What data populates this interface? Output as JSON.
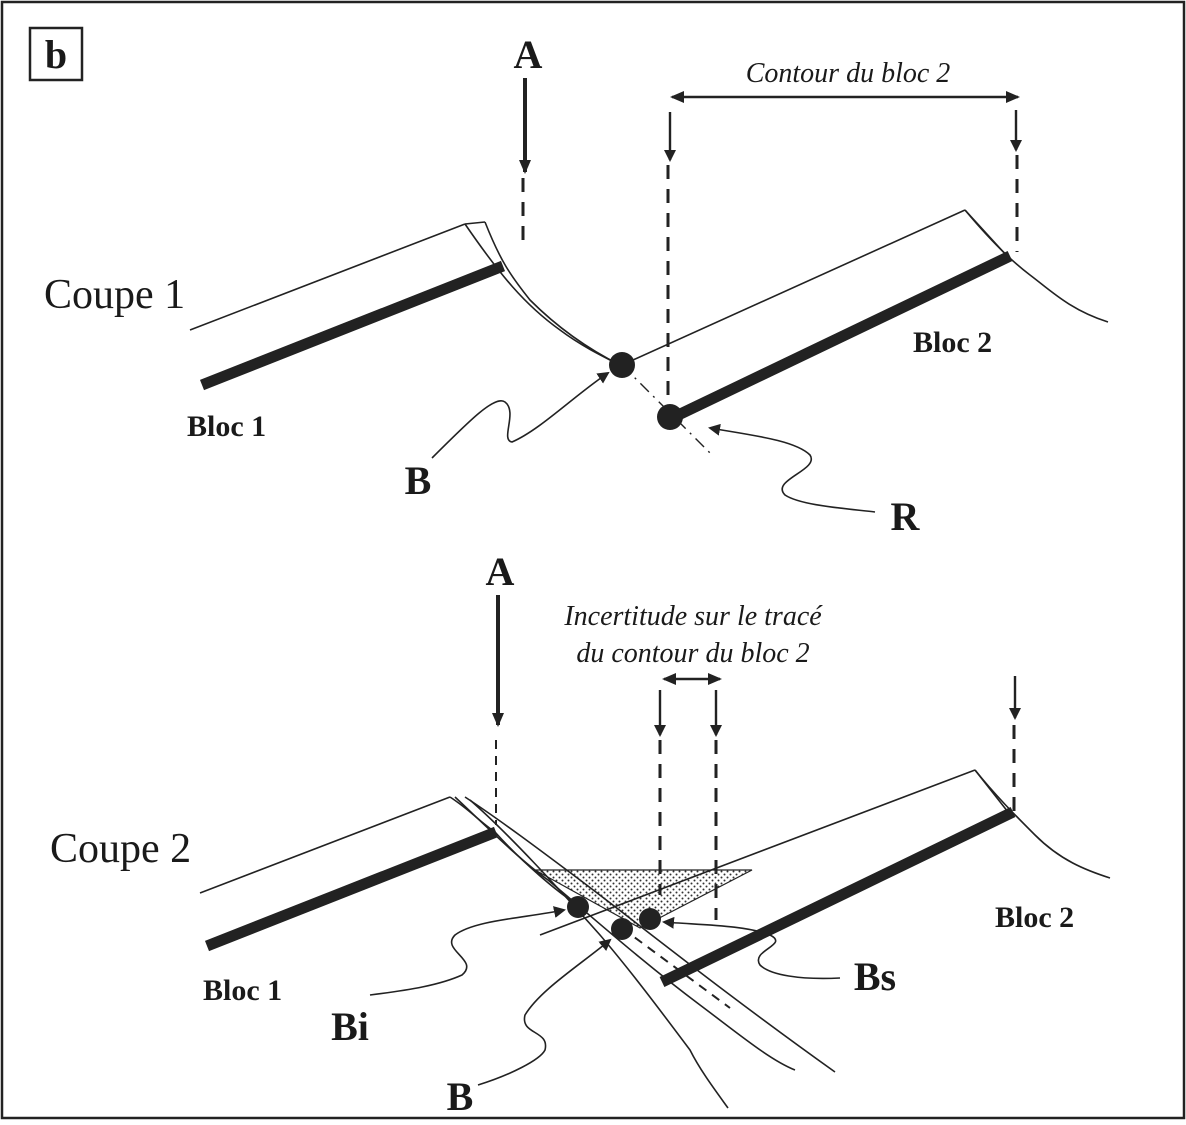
{
  "panel_label": "b",
  "section1": {
    "title": "Coupe 1",
    "arrow_label": "A",
    "contour_label": "Contour du bloc 2",
    "bloc1": "Bloc 1",
    "bloc2": "Bloc 2",
    "point_b": "B",
    "point_r": "R"
  },
  "section2": {
    "title": "Coupe 2",
    "arrow_label": "A",
    "uncertainty_line1": "Incertitude sur le tracé",
    "uncertainty_line2": "du contour du bloc 2",
    "bloc1": "Bloc 1",
    "bloc2": "Bloc 2",
    "point_bi": "Bi",
    "point_b": "B",
    "point_bs": "Bs"
  }
}
